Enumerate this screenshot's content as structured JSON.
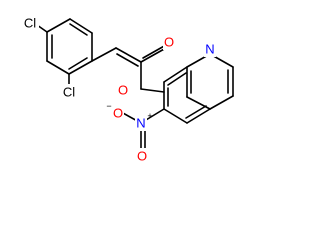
{
  "diagram": {
    "type": "chemical-structure",
    "colors": {
      "background": "#ffffff",
      "bond": "#000000",
      "chlorine": "#000000",
      "oxygen": "#ff0000",
      "nitrogen": "#0000ff",
      "nitro_charge": "#000000"
    },
    "atom_labels": {
      "cl_top": "Cl",
      "cl_bottom": "Cl",
      "carbonyl_o": "O",
      "ester_o": "O",
      "quinoline_n": "N",
      "nitro_n": "N",
      "nitro_n_charge": "+",
      "nitro_o_minus": "O",
      "nitro_o_minus_charge": "−",
      "nitro_o": "O"
    }
  }
}
